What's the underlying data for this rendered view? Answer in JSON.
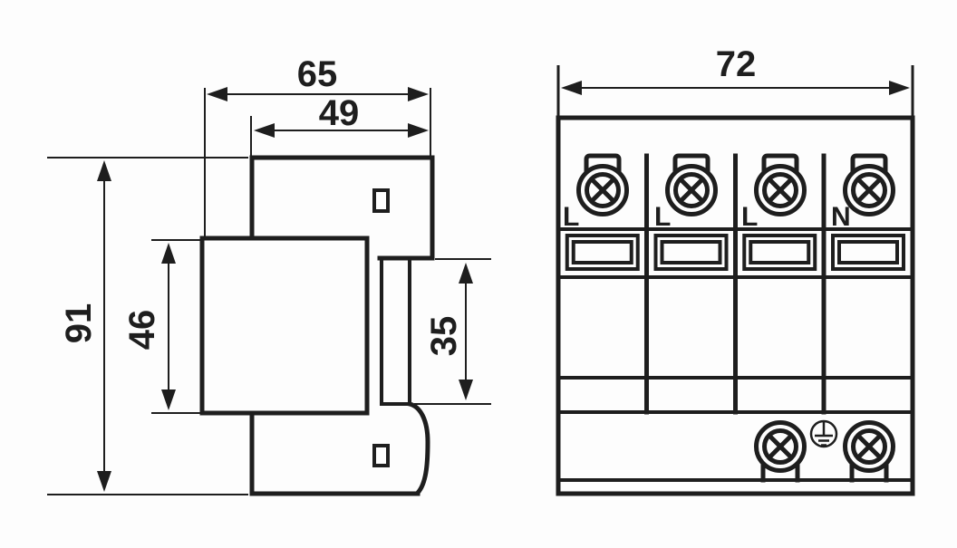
{
  "drawing": {
    "background_color": "#fdfdfd",
    "line_color": "#1e1e1e",
    "side_view": {
      "dims": {
        "overall_width": "65",
        "upper_width": "49",
        "overall_height": "91",
        "module_height": "46",
        "clip_height": "35"
      },
      "icons": {
        "mounting_slot": "mounting-slot-icon",
        "din_rail_clip": "din-rail-clip-icon"
      }
    },
    "front_view": {
      "dims": {
        "overall_width": "72"
      },
      "terminals": [
        {
          "label": "L"
        },
        {
          "label": "L"
        },
        {
          "label": "L"
        },
        {
          "label": "N"
        }
      ],
      "icons": {
        "screw_terminal": "screw-terminal-icon",
        "earth_ground": "earth-ground-icon",
        "label_window": "label-window-icon"
      }
    }
  }
}
